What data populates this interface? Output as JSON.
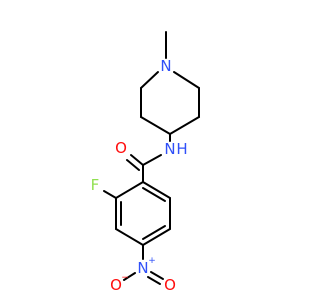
{
  "molecule": {
    "atoms": {
      "n_pip": {
        "label": "N",
        "color": "#3050f8"
      },
      "n_amide": {
        "label": "N",
        "color": "#3050f8"
      },
      "h_amide": {
        "label": "H",
        "color": "#3050f8"
      },
      "o_carbonyl": {
        "label": "O",
        "color": "#ff0d0d"
      },
      "f": {
        "label": "F",
        "color": "#90e050"
      },
      "n_nitro": {
        "label": "N",
        "color": "#3050f8"
      },
      "n_nitro_charge": "+",
      "o_nitro_left": {
        "label": "O",
        "color": "#ff0d0d"
      },
      "o_nitro_left_charge": "−",
      "o_nitro_right": {
        "label": "O",
        "color": "#ff0d0d"
      }
    },
    "bond_color": "#000000"
  }
}
